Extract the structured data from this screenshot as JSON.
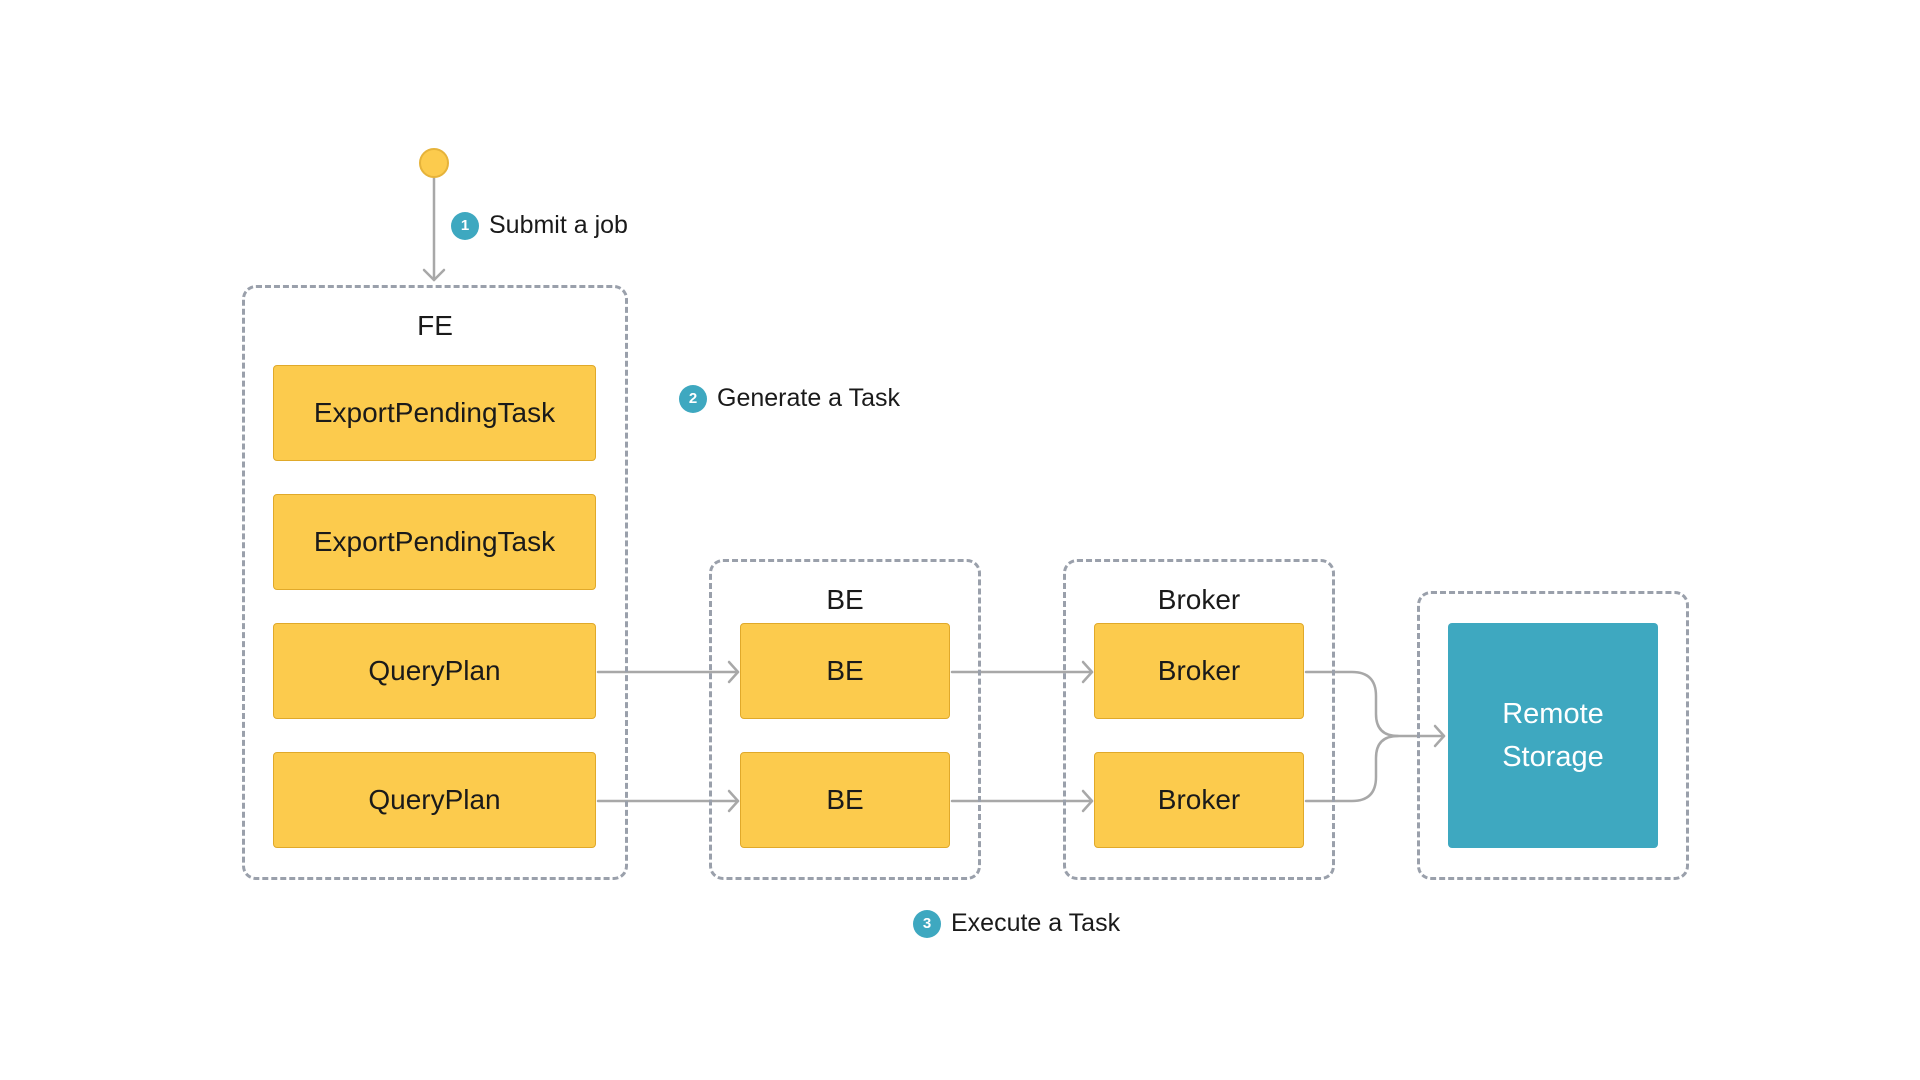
{
  "steps": [
    {
      "num": "1",
      "label": "Submit a job"
    },
    {
      "num": "2",
      "label": "Generate a Task"
    },
    {
      "num": "3",
      "label": "Execute a Task"
    }
  ],
  "fe": {
    "title": "FE",
    "tasks": [
      "ExportPendingTask",
      "ExportPendingTask"
    ],
    "plans": [
      "QueryPlan",
      "QueryPlan"
    ]
  },
  "be": {
    "title": "BE",
    "nodes": [
      "BE",
      "BE"
    ]
  },
  "broker": {
    "title": "Broker",
    "nodes": [
      "Broker",
      "Broker"
    ]
  },
  "storage": {
    "line1": "Remote",
    "line2": "Storage"
  },
  "colors": {
    "box_fill": "#fccb4d",
    "accent_teal": "#3ea8c0",
    "connector": "#a8a8a8",
    "dashed_border": "#9aa0ab"
  }
}
